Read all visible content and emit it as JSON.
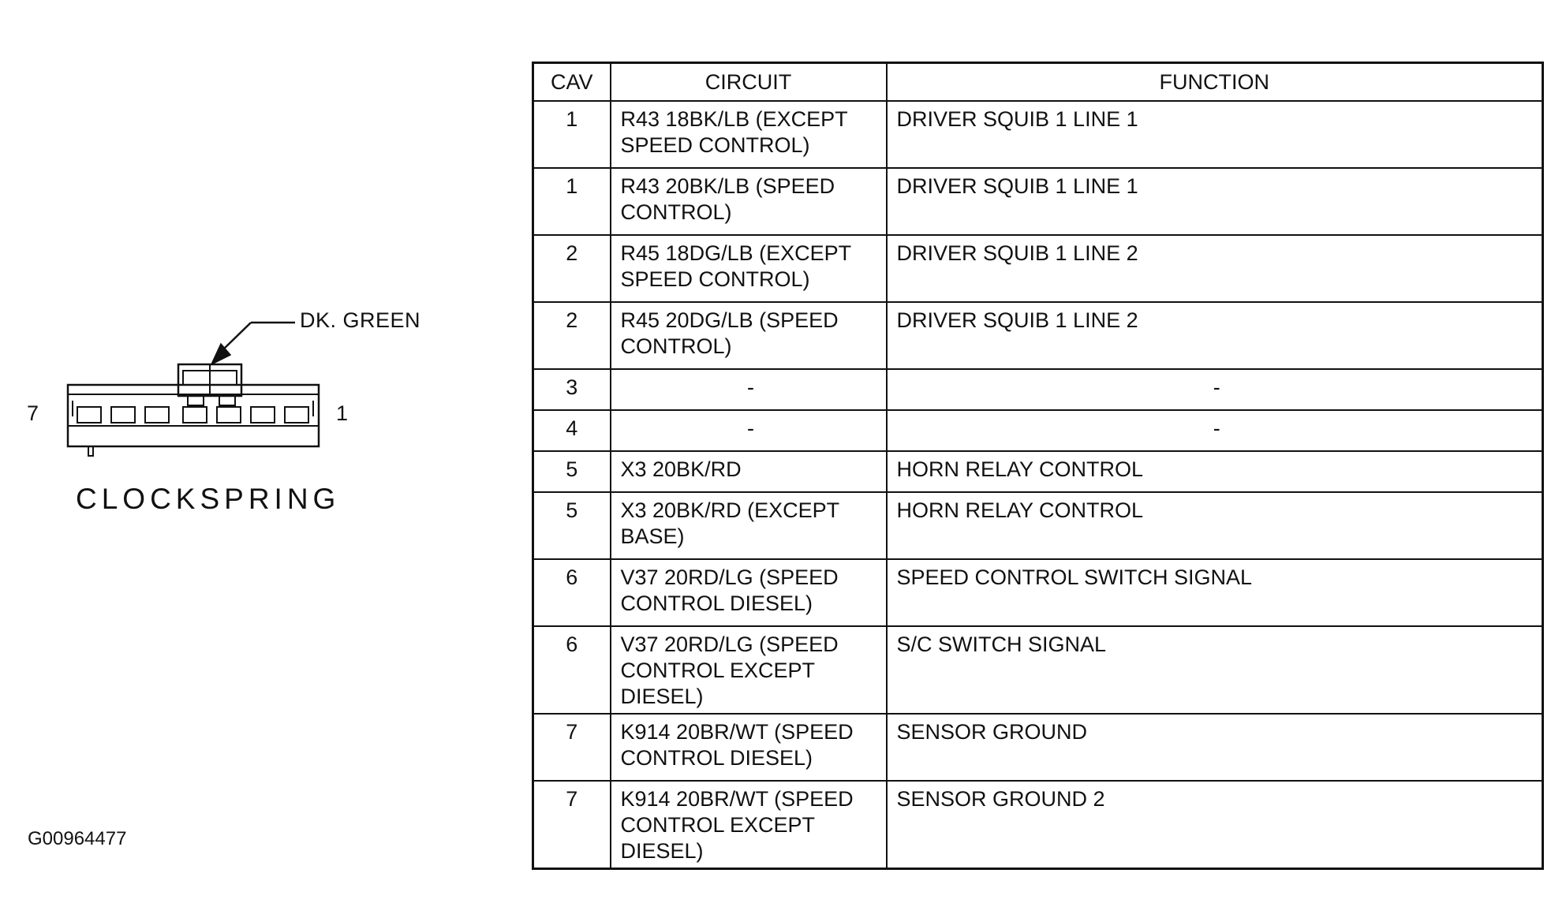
{
  "diagram": {
    "wire_color_label": "DK. GREEN",
    "pin_left_label": "7",
    "pin_right_label": "1",
    "component_name": "CLOCKSPRING",
    "figure_id": "G00964477"
  },
  "table": {
    "headers": {
      "cav": "CAV",
      "circuit": "CIRCUIT",
      "function": "FUNCTION"
    },
    "rows": [
      {
        "cav": "1",
        "circuit": "R43 18BK/LB (EXCEPT SPEED CONTROL)",
        "function": "DRIVER SQUIB 1 LINE 1"
      },
      {
        "cav": "1",
        "circuit": "R43 20BK/LB (SPEED CONTROL)",
        "function": "DRIVER SQUIB 1 LINE 1"
      },
      {
        "cav": "2",
        "circuit": "R45 18DG/LB (EXCEPT SPEED CONTROL)",
        "function": "DRIVER SQUIB 1 LINE 2"
      },
      {
        "cav": "2",
        "circuit": "R45 20DG/LB (SPEED CONTROL)",
        "function": "DRIVER SQUIB 1 LINE 2"
      },
      {
        "cav": "3",
        "circuit": "-",
        "function": "-"
      },
      {
        "cav": "4",
        "circuit": "-",
        "function": "-"
      },
      {
        "cav": "5",
        "circuit": "X3 20BK/RD",
        "function": "HORN RELAY CONTROL"
      },
      {
        "cav": "5",
        "circuit": "X3 20BK/RD (EXCEPT BASE)",
        "function": "HORN RELAY CONTROL"
      },
      {
        "cav": "6",
        "circuit": "V37 20RD/LG (SPEED CONTROL DIESEL)",
        "function": "SPEED CONTROL SWITCH SIGNAL"
      },
      {
        "cav": "6",
        "circuit": "V37 20RD/LG (SPEED CONTROL EXCEPT DIESEL)",
        "function": "S/C SWITCH SIGNAL"
      },
      {
        "cav": "7",
        "circuit": "K914 20BR/WT (SPEED CONTROL DIESEL)",
        "function": "SENSOR GROUND"
      },
      {
        "cav": "7",
        "circuit": "K914 20BR/WT (SPEED CONTROL EXCEPT DIESEL)",
        "function": "SENSOR GROUND 2"
      }
    ]
  }
}
